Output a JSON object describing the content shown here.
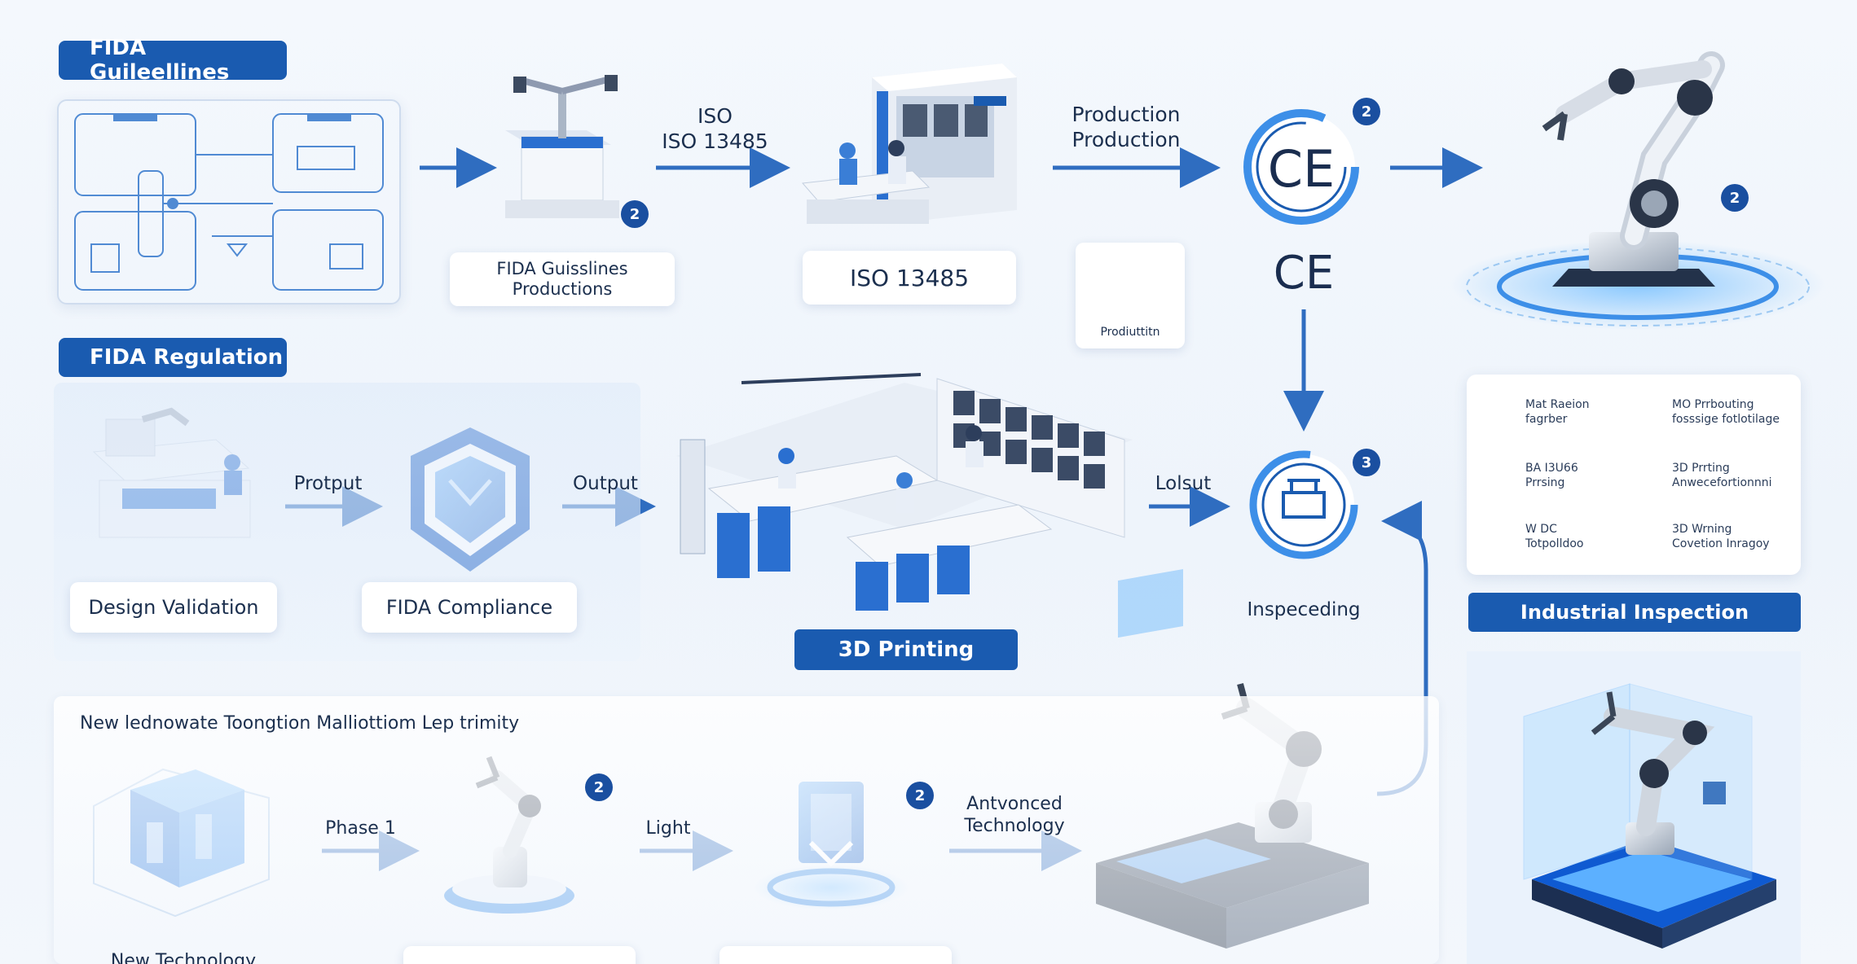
{
  "sections": {
    "guidelines": "FIDA Guileellines",
    "regulation": "FIDA Regulation",
    "innovation": "New lednowate Toongtion Malliottiom Lep trimity"
  },
  "row1": {
    "step1_label": "FIDA Guisslines\nProductions",
    "arrow1_label": "ISO\nISO 13485",
    "step2_label": "ISO 13485",
    "arrow2_label": "Production\nProduction",
    "mini_card_label": "Prodiuttitn",
    "ce_mark": "CE",
    "ce_text": "CE"
  },
  "row2": {
    "arrow1_label": "Protput",
    "arrow2_label": "Output",
    "arrow3_label": "Lolsut",
    "design_validation": "Design Validation",
    "compliance": "FIDA Compliance",
    "printing_banner": "3D Printing",
    "inspecting": "Inspeceding"
  },
  "row3": {
    "arrow1_label": "Phase 1",
    "arrow2_label": "Light",
    "arrow3_label": "Antvonced\nTechnology",
    "caption1": "New Technology"
  },
  "legend": {
    "items": [
      {
        "icon": "check-shield-icon",
        "text": "Mat Raeion\nfagrber"
      },
      {
        "icon": "ring-icon",
        "text": "MO Prrbouting\nfosssige fotlotilage"
      },
      {
        "icon": "printer-icon",
        "text": "BA I3U66\nPrrsing"
      },
      {
        "icon": "at-icon",
        "text": "3D Prrting\nAnwecefortionnni"
      },
      {
        "icon": "spiral-icon",
        "text": "W DC\nTotpolldoo"
      },
      {
        "icon": "gear-bot-icon",
        "text": "3D Wrning\nCovetion Inragoy"
      }
    ],
    "banner": "Industrial Inspection"
  },
  "badges": {
    "b1": "2",
    "b2": "2",
    "b3": "2",
    "b4": "3",
    "b5": "2",
    "b6": "2"
  },
  "colors": {
    "primary": "#1a5bb0",
    "arrow": "#2f6dc0",
    "accent": "#3d8fe8",
    "text": "#1b2f4e"
  }
}
